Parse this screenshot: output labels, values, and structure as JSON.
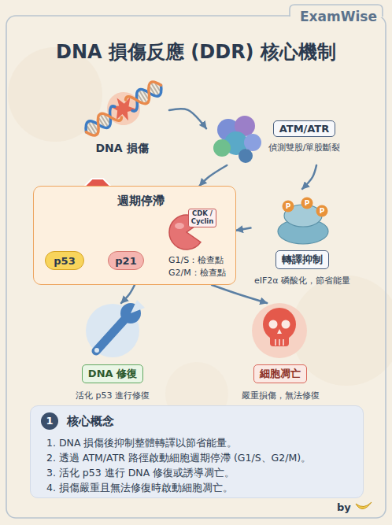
{
  "diagram": {
    "title": "DNA 損傷反應 (DDR) 核心機制",
    "nodes": [
      {
        "text": [
          "DNA 損傷"
        ]
      },
      {
        "text": [
          "ATM/ATR",
          "偵測雙股/單股斷裂"
        ]
      },
      {
        "text": [
          "週期停滯"
        ]
      },
      {
        "text": [
          "p53"
        ],
        "in": 2
      },
      {
        "text": [
          "p21"
        ],
        "in": 2
      },
      {
        "text": [
          "CDK / Cyclin"
        ],
        "in": 2
      },
      {
        "text": [
          "轉譯抑制",
          "eIF2α 磷酸化，節省能量"
        ]
      },
      {
        "text": [
          "DNA 修復",
          "活化 p53 進行修復"
        ]
      },
      {
        "text": [
          "細胞凋亡",
          "嚴重損傷，無法修復"
        ]
      },
      {
        "text": [
          "核心概念",
          "1. DNA 損傷後抑制整體轉譯以節省能量。",
          "2. 透過 ATM/ATR 路徑啟動細胞週期停滯 (G1/S、G2/M)。",
          "3. 活化 p53 進行 DNA 修復或誘導凋亡。",
          "4. 損傷嚴重且無法修復時啟動細胞凋亡。"
        ]
      }
    ],
    "edges": [
      {
        "from": 0,
        "to": 1,
        "arrow": "to"
      },
      {
        "from": 1,
        "to": 2,
        "arrow": "to"
      },
      {
        "from": 1,
        "to": 6,
        "arrow": "to"
      },
      {
        "from": 6,
        "to": 2,
        "arrow": "to"
      },
      {
        "from": 2,
        "to": 3,
        "arrow": "to"
      },
      {
        "from": 3,
        "to": 4,
        "arrow": "to"
      },
      {
        "from": 4,
        "to": 5,
        "arrow": "to"
      },
      {
        "from": 2,
        "to": 7,
        "arrow": "to"
      },
      {
        "from": 2,
        "to": 8,
        "arrow": "to"
      }
    ],
    "labels": [
      "ExamWise",
      "P",
      "P",
      "P",
      "G1/S：檢查點",
      "G2/M：檢查點",
      "1",
      "by"
    ]
  }
}
